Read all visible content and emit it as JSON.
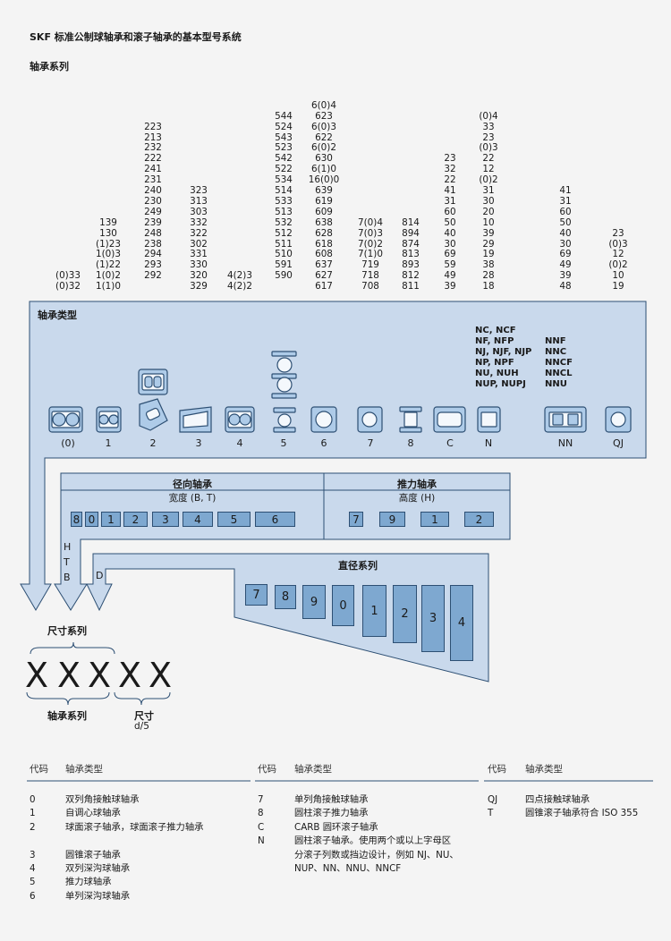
{
  "title": "SKF 标准公制球轴承和滚子轴承的基本型号系统",
  "bearing_series_label": "轴承系列",
  "series_columns": [
    {
      "id": "0",
      "items": [
        "(0)33",
        "(0)32"
      ]
    },
    {
      "id": "1",
      "items": [
        "139",
        "130",
        "(1)23",
        "1(0)3",
        "(1)22",
        "1(0)2",
        "1(1)0"
      ]
    },
    {
      "id": "2",
      "items": [
        "223",
        "213",
        "232",
        "222",
        "241",
        "231",
        "240",
        "230",
        "249",
        "239",
        "248",
        "238",
        "",
        "294",
        "293",
        "292"
      ]
    },
    {
      "id": "3",
      "items": [
        "323",
        "313",
        "303",
        "332",
        "322",
        "302",
        "331",
        "330",
        "320",
        "329"
      ]
    },
    {
      "id": "4",
      "items": [
        "4(2)3",
        "4(2)2"
      ]
    },
    {
      "id": "5",
      "items": [
        "544",
        "524",
        "543",
        "523",
        "542",
        "522",
        "",
        "534",
        "514",
        "533",
        "513",
        "532",
        "512",
        "511",
        "510",
        "591",
        "590"
      ]
    },
    {
      "id": "6",
      "items": [
        "6(0)4",
        "623",
        "6(0)3",
        "622",
        "6(0)2",
        "630",
        "6(1)0",
        "16(0)0",
        "639",
        "619",
        "609",
        "638",
        "628",
        "618",
        "608",
        "637",
        "627",
        "617"
      ]
    },
    {
      "id": "7",
      "items": [
        "7(0)4",
        "7(0)3",
        "7(0)2",
        "7(1)0",
        "719",
        "718",
        "708"
      ]
    },
    {
      "id": "8",
      "items": [
        "814",
        "894",
        "874",
        "813",
        "893",
        "812",
        "811"
      ]
    },
    {
      "id": "C",
      "items": [
        "23",
        "32",
        "22",
        "41",
        "31",
        "60",
        "50",
        "40",
        "30",
        "69",
        "59",
        "49",
        "39"
      ]
    },
    {
      "id": "N",
      "items": [
        "(0)4",
        "33",
        "23",
        "(0)3",
        "22",
        "12",
        "(0)2",
        "31",
        "30",
        "20",
        "10",
        "39",
        "29",
        "19",
        "38",
        "28",
        "18"
      ]
    },
    {
      "id": "NN",
      "items": [
        "41",
        "31",
        "60",
        "50",
        "40",
        "30",
        "69",
        "49",
        "39",
        "48"
      ]
    },
    {
      "id": "QJ",
      "items": [
        "23",
        "(0)3",
        "12",
        "(0)2",
        "10",
        "19"
      ]
    }
  ],
  "bearing_type_label": "轴承类型",
  "n_types": [
    "NC, NCF",
    "NF, NFP",
    "NJ, NJF, NJP",
    "NP, NPF",
    "NU, NUH",
    "NUP, NUPJ"
  ],
  "nn_types": [
    "NNF",
    "NNC",
    "NNCF",
    "NNCL",
    "NNU"
  ],
  "type_labels": [
    "(0)",
    "1",
    "2",
    "3",
    "4",
    "5",
    "6",
    "7",
    "8",
    "C",
    "N",
    "NN",
    "QJ"
  ],
  "radial": {
    "title": "径向轴承",
    "subtitle": "宽度 (B, T)",
    "codes": [
      "8",
      "0",
      "1",
      "2",
      "3",
      "4",
      "5",
      "6"
    ]
  },
  "thrust": {
    "title": "推力轴承",
    "subtitle": "高度 (H)",
    "codes": [
      "7",
      "9",
      "1",
      "2"
    ]
  },
  "diameter": {
    "title": "直径系列",
    "codes": [
      "7",
      "8",
      "9",
      "0",
      "1",
      "2",
      "3",
      "4"
    ]
  },
  "letters": {
    "h": "H",
    "t": "T",
    "b": "B",
    "d": "D"
  },
  "dimension_series_label": "尺寸系列",
  "x_chars": [
    "X",
    "X",
    "X",
    "X",
    "X"
  ],
  "bearing_series_bottom": "轴承系列",
  "size_label": "尺寸",
  "size_sub": "d/5",
  "legend_headers": {
    "code": "代码",
    "type": "轴承类型"
  },
  "legend": [
    [
      {
        "code": "0",
        "text": "双列角接触球轴承"
      },
      {
        "code": "1",
        "text": "自调心球轴承"
      },
      {
        "code": "2",
        "text": "球面滚子轴承，球面滚子推力轴承"
      },
      {
        "code": "",
        "text": ""
      },
      {
        "code": "3",
        "text": "圆锥滚子轴承"
      },
      {
        "code": "4",
        "text": "双列深沟球轴承"
      },
      {
        "code": "5",
        "text": "推力球轴承"
      },
      {
        "code": "6",
        "text": "单列深沟球轴承"
      }
    ],
    [
      {
        "code": "7",
        "text": "单列角接触球轴承"
      },
      {
        "code": "8",
        "text": "圆柱滚子推力轴承"
      },
      {
        "code": "C",
        "text": "CARB 圆环滚子轴承"
      },
      {
        "code": "N",
        "text": "圆柱滚子轴承。使用两个或以上字母区"
      },
      {
        "code": "",
        "text": "分滚子列数或挡边设计，例如 NJ、NU、"
      },
      {
        "code": "",
        "text": "NUP、NN、NNU、NNCF"
      }
    ],
    [
      {
        "code": "QJ",
        "text": "四点接触球轴承"
      },
      {
        "code": "T",
        "text": "圆锥滚子轴承符合 ISO 355"
      }
    ]
  ],
  "colors": {
    "fill_light": "#c9d9ec",
    "fill_panel": "#b7cce5",
    "fill_box": "#7ea8d0",
    "stroke": "#2d4f73"
  }
}
